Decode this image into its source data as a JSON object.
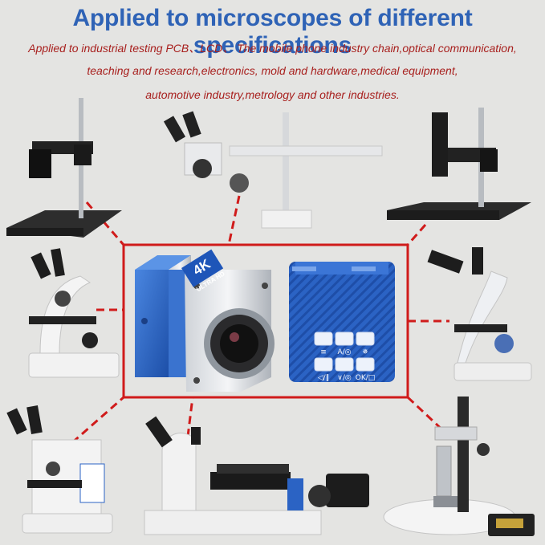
{
  "header": {
    "title": "Applied to microscopes of different specifications",
    "line1": "Applied to industrial testing PCB、LCD、 The mobile phone industry chain,optical communication,",
    "line2": "teaching and research,electronics, mold and hardware,medical equipment,",
    "line3": "automotive industry,metrology and other industries."
  },
  "camera": {
    "badge_main": "4K",
    "badge_sub": "ULTRA HD",
    "key_labels": [
      "≡",
      "A/◎",
      "✵",
      "◁/‖",
      "∨/◎",
      "OK/□"
    ]
  },
  "colors": {
    "title_blue": "#2f63b6",
    "desc_red": "#a8201e",
    "frame_red": "#d01b1b",
    "camera_blue": "#2b63c4",
    "background": "#e4e4e2"
  }
}
